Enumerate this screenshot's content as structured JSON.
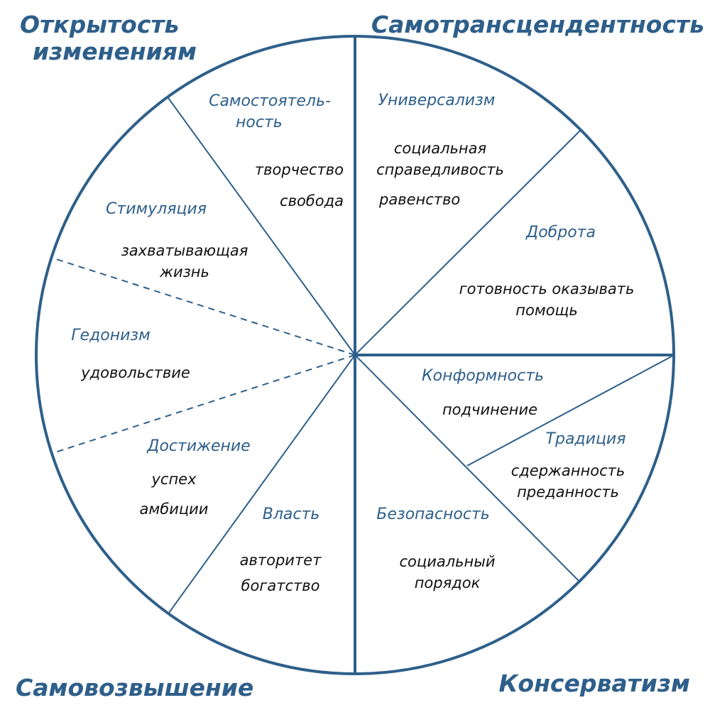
{
  "colors": {
    "line": "#2e5f8a",
    "category": "#2e5f8a",
    "value": "#111111"
  },
  "quadrants": {
    "top_left": [
      "Открытость",
      "изменениям"
    ],
    "top_right": "Самотрансцендентность",
    "bottom_left": "Самовозвышение",
    "bottom_right": "Консерватизм"
  },
  "segments": {
    "samostoyatelnost": {
      "name": [
        "Самостоятель-",
        "ность"
      ],
      "values": [
        "творчество",
        "свобода"
      ]
    },
    "universalizm": {
      "name": "Универсализм",
      "values": [
        "социальная",
        "справедливость",
        "равенство"
      ]
    },
    "dobrota": {
      "name": "Доброта",
      "values": [
        "готовность оказывать",
        "помощь"
      ]
    },
    "stimulyatsiya": {
      "name": "Стимуляция",
      "values": [
        "захватывающая",
        "жизнь"
      ]
    },
    "gedonizm": {
      "name": "Гедонизм",
      "values": [
        "удовольствие"
      ]
    },
    "dostizhenie": {
      "name": "Достижение",
      "values": [
        "успех",
        "амбиции"
      ]
    },
    "vlast": {
      "name": "Власть",
      "values": [
        "авторитет",
        "богатство"
      ]
    },
    "bezopasnost": {
      "name": "Безопасность",
      "values": [
        "социальный",
        "порядок"
      ]
    },
    "konformnost": {
      "name": "Конформность",
      "values": [
        "подчинение"
      ]
    },
    "traditsiya": {
      "name": "Традиция",
      "values": [
        "сдержанность",
        "преданность"
      ]
    }
  }
}
